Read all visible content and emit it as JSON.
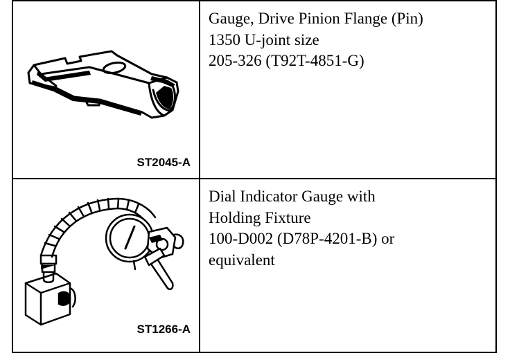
{
  "rows": [
    {
      "figure_id": "ST2045-A",
      "figure_icon": "drive-pinion-flange-gauge-icon",
      "lines": [
        "Gauge, Drive Pinion Flange (Pin)",
        "1350 U-joint size",
        "205-326 (T92T-4851-G)"
      ]
    },
    {
      "figure_id": "ST1266-A",
      "figure_icon": "dial-indicator-gauge-icon",
      "lines": [
        "Dial Indicator Gauge with",
        "Holding Fixture",
        "100-D002 (D78P-4201-B) or",
        "equivalent"
      ]
    }
  ]
}
